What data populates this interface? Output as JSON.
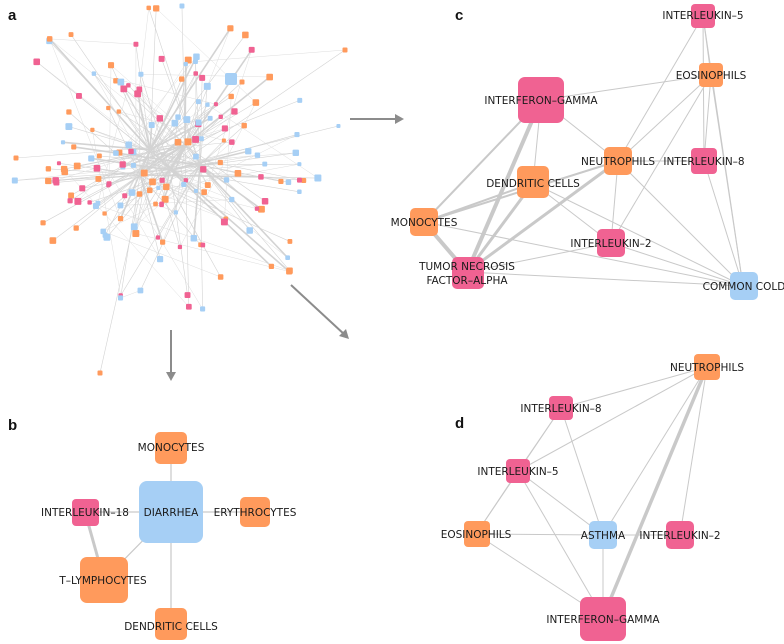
{
  "panels": {
    "a": {
      "letter": "a"
    },
    "b": {
      "letter": "b"
    },
    "c": {
      "letter": "c"
    },
    "d": {
      "letter": "d"
    }
  },
  "colors": {
    "pink": "#f06292",
    "orange": "#ff9a5c",
    "blue": "#a6cff5",
    "edge": "#c9c9c9",
    "arrow": "#8c8c8c"
  },
  "networks": {
    "b": {
      "nodes": [
        {
          "id": "diarrhea",
          "label": "DIARRHEA",
          "type": "blue"
        },
        {
          "id": "monocytes",
          "label": "MONOCYTES",
          "type": "orange"
        },
        {
          "id": "erythrocytes",
          "label": "ERYTHROCYTES",
          "type": "orange"
        },
        {
          "id": "interleukin-18",
          "label": "INTERLEUKIN–18",
          "type": "pink"
        },
        {
          "id": "t-lymphocytes",
          "label": "T–LYMPHOCYTES",
          "type": "orange"
        },
        {
          "id": "dendritic-cells",
          "label": "DENDRITIC CELLS",
          "type": "orange"
        }
      ]
    },
    "c": {
      "nodes": [
        {
          "id": "interleukin-5",
          "label": "INTERLEUKIN–5",
          "type": "pink"
        },
        {
          "id": "interferon-gamma",
          "label": "INTERFERON–GAMMA",
          "type": "pink"
        },
        {
          "id": "eosinophils",
          "label": "EOSINOPHILS",
          "type": "orange"
        },
        {
          "id": "neutrophils",
          "label": "NEUTROPHILS",
          "type": "orange"
        },
        {
          "id": "interleukin-8",
          "label": "INTERLEUKIN–8",
          "type": "pink"
        },
        {
          "id": "dendritic-cells",
          "label": "DENDRITIC CELLS",
          "type": "orange"
        },
        {
          "id": "monocytes",
          "label": "MONOCYTES",
          "type": "orange"
        },
        {
          "id": "interleukin-2",
          "label": "INTERLEUKIN–2",
          "type": "pink"
        },
        {
          "id": "tnf-alpha",
          "label_line1": "TUMOR NECROSIS",
          "label_line2": "FACTOR–ALPHA",
          "type": "pink"
        },
        {
          "id": "common-cold",
          "label": "COMMON COLD",
          "type": "blue"
        }
      ]
    },
    "d": {
      "nodes": [
        {
          "id": "neutrophils",
          "label": "NEUTROPHILS",
          "type": "orange"
        },
        {
          "id": "interleukin-8",
          "label": "INTERLEUKIN–8",
          "type": "pink"
        },
        {
          "id": "interleukin-5",
          "label": "INTERLEUKIN–5",
          "type": "pink"
        },
        {
          "id": "eosinophils",
          "label": "EOSINOPHILS",
          "type": "orange"
        },
        {
          "id": "asthma",
          "label": "ASTHMA",
          "type": "blue"
        },
        {
          "id": "interleukin-2",
          "label": "INTERLEUKIN–2",
          "type": "pink"
        },
        {
          "id": "interferon-gamma",
          "label": "INTERFERON–GAMMA",
          "type": "pink"
        }
      ]
    }
  }
}
